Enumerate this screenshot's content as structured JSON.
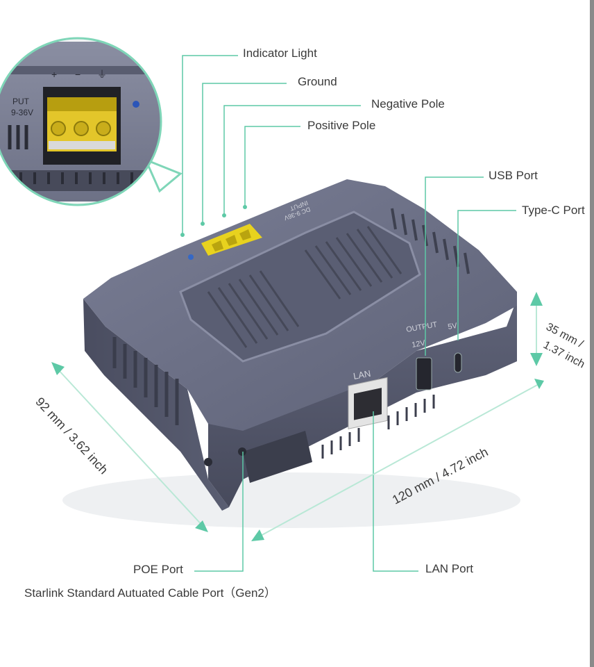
{
  "labels": {
    "indicator_light": "Indicator Light",
    "ground": "Ground",
    "negative_pole": "Negative Pole",
    "positive_pole": "Positive Pole",
    "usb_port": "USB Port",
    "type_c_port": "Type-C Port",
    "poe_port": "POE Port",
    "cable_port": "Starlink Standard Autuated Cable Port（Gen2）",
    "lan_port": "LAN Port"
  },
  "dimensions": {
    "depth": "92 mm / 3.62 inch",
    "width": "120 mm / 4.72 inch",
    "height_mm": "35 mm /",
    "height_inch": "1.37 inch"
  },
  "device_markings": {
    "lan": "LAN",
    "output": "OUTPUT",
    "v12": "12V",
    "v5": "5V",
    "input": "INPUT",
    "input_range": "DC 9-36V",
    "inset_put": "PUT",
    "inset_range": "9-36V"
  },
  "colors": {
    "leader_line": "#5dc9a6",
    "device_body": "#5a5e73",
    "device_top": "#6c7086",
    "terminal_yellow": "#e8d21e"
  }
}
